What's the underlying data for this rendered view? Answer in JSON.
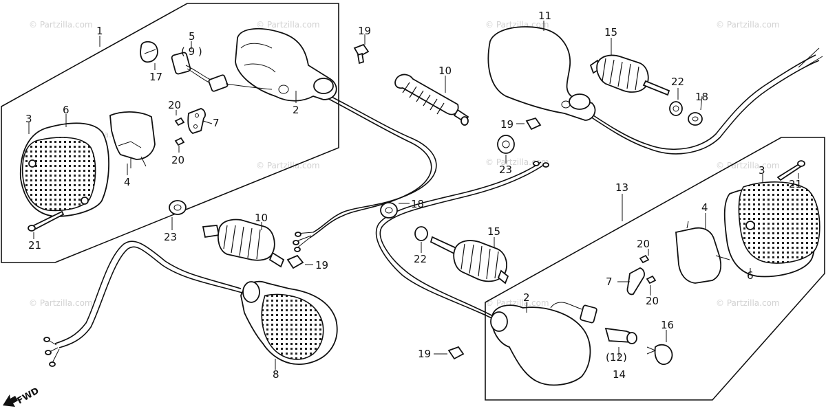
{
  "watermark": "© Partzilla.com",
  "direction_label": "FWD",
  "callouts": {
    "c1": "1",
    "c2a": "2",
    "c2b": "2",
    "c3a": "3",
    "c3b": "3",
    "c4a": "4",
    "c4b": "4",
    "c5": "5",
    "c9": "( 9 )",
    "c6a": "6",
    "c6b": "6",
    "c7a": "7",
    "c7b": "7",
    "c8": "8",
    "c10a": "10",
    "c10b": "10",
    "c11": "11",
    "c12": "(12)",
    "c13": "13",
    "c14": "14",
    "c15a": "15",
    "c15b": "15",
    "c16": "16",
    "c17": "17",
    "c18a": "18",
    "c18b": "18",
    "c19a": "19",
    "c19b": "19",
    "c19c": "19",
    "c19d": "19",
    "c20a": "20",
    "c20b": "20",
    "c20c": "20",
    "c20d": "20",
    "c21a": "21",
    "c21b": "21",
    "c22a": "22",
    "c22b": "22",
    "c23a": "23",
    "c23b": "23"
  }
}
